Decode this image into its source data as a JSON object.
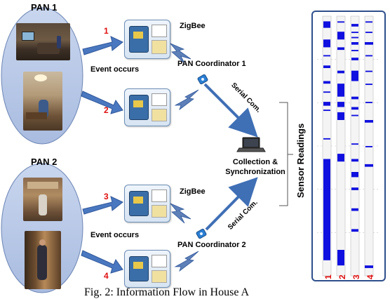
{
  "pan1": {
    "label": "PAN 1",
    "event_label": "Event occurs",
    "coordinator_label": "PAN Coordinator 1",
    "radio_label": "ZigBee",
    "link_label": "Serial Com.",
    "sensor_numbers": [
      "1",
      "2"
    ]
  },
  "pan2": {
    "label": "PAN 2",
    "event_label": "Event occurs",
    "coordinator_label": "PAN Coordinator 2",
    "radio_label": "ZigBee",
    "link_label": "Serial Com.",
    "sensor_numbers": [
      "3",
      "4"
    ]
  },
  "sink": {
    "label_line1": "Collection &",
    "label_line2": "Synchronization"
  },
  "readings": {
    "title": "Sensor Readings",
    "tracks": [
      {
        "label": "1",
        "events": [
          [
            0.02,
            0.045
          ],
          [
            0.09,
            0.12
          ],
          [
            0.15,
            0.155
          ],
          [
            0.19,
            0.2
          ],
          [
            0.25,
            0.26
          ],
          [
            0.29,
            0.295
          ],
          [
            0.33,
            0.345
          ],
          [
            0.36,
            0.365
          ],
          [
            0.47,
            0.475
          ],
          [
            0.55,
            0.94
          ]
        ]
      },
      {
        "label": "2",
        "events": [
          [
            0.02,
            0.025
          ],
          [
            0.06,
            0.09
          ],
          [
            0.12,
            0.13
          ],
          [
            0.21,
            0.22
          ],
          [
            0.26,
            0.31
          ],
          [
            0.33,
            0.35
          ],
          [
            0.37,
            0.4
          ],
          [
            0.53,
            0.56
          ],
          [
            0.9,
            0.96
          ]
        ]
      },
      {
        "label": "3",
        "events": [
          [
            0.03,
            0.04
          ],
          [
            0.06,
            0.065
          ],
          [
            0.08,
            0.085
          ],
          [
            0.1,
            0.11
          ],
          [
            0.13,
            0.135
          ],
          [
            0.16,
            0.17
          ],
          [
            0.21,
            0.25
          ],
          [
            0.31,
            0.32
          ],
          [
            0.35,
            0.36
          ],
          [
            0.38,
            0.385
          ],
          [
            0.49,
            0.495
          ],
          [
            0.55,
            0.56
          ],
          [
            0.6,
            0.62
          ],
          [
            0.66,
            0.67
          ],
          [
            0.74,
            0.75
          ],
          [
            0.82,
            0.83
          ]
        ]
      },
      {
        "label": "4",
        "events": [
          [
            0.02,
            0.025
          ],
          [
            0.06,
            0.065
          ],
          [
            0.1,
            0.11
          ],
          [
            0.15,
            0.155
          ],
          [
            0.21,
            0.215
          ],
          [
            0.26,
            0.265
          ],
          [
            0.33,
            0.335
          ],
          [
            0.4,
            0.41
          ],
          [
            0.5,
            0.505
          ],
          [
            0.57,
            0.58
          ],
          [
            0.96,
            0.97
          ]
        ]
      }
    ]
  },
  "caption": "Fig. 2: Information Flow in House A",
  "colors": {
    "pan_fill": "#bccbe6",
    "arrow": "#3f6fb5",
    "event": "#1010e0",
    "panel_border": "#2e4f8c",
    "number_red": "#e01010"
  }
}
